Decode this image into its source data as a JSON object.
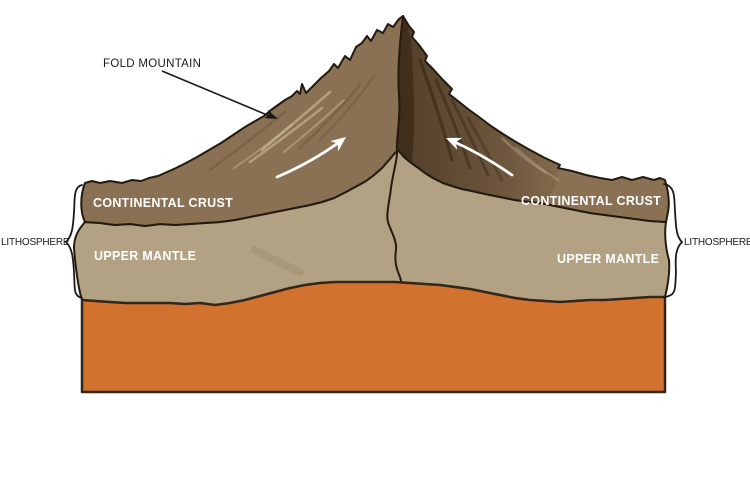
{
  "figure": {
    "title": "Fold mountain formation cross-section",
    "labels": {
      "fold_mountain": "FOLD MOUNTAIN",
      "lithosphere_left": "LITHOSPHERE",
      "lithosphere_right": "LITHOSPHERE",
      "continental_crust_left": "CONTINENTAL CRUST",
      "continental_crust_right": "CONTINENTAL CRUST",
      "upper_mantle_left": "UPPER MANTLE",
      "upper_mantle_right": "UPPER MANTLE"
    },
    "colors": {
      "background": "#ffffff",
      "crust": "#8a7153",
      "mantle": "#b3a183",
      "asthenosphere": "#d2722f",
      "outline": "#231a10",
      "orange_outline": "#33261a",
      "label_dark": "#1a1a1a",
      "label_light": "#ffffff",
      "arrow_white": "#ffffff"
    },
    "icons": {
      "uplift_arrow_left": "up-slope-arrow",
      "uplift_arrow_right": "up-slope-arrow",
      "pointer_arrow": "label-pointer-arrow",
      "brace_left": "curly-brace",
      "brace_right": "curly-brace"
    }
  }
}
